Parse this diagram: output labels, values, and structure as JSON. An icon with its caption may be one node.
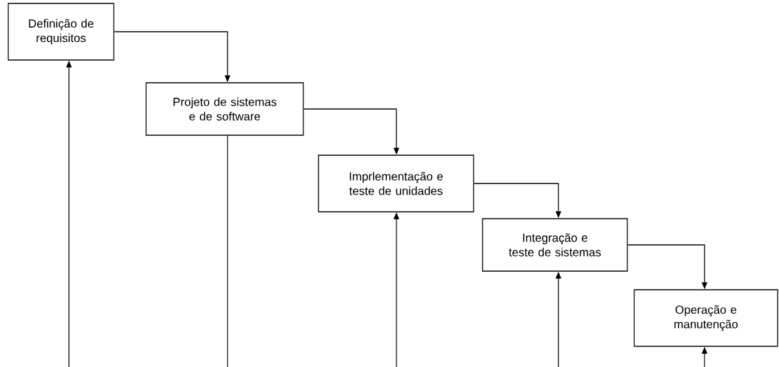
{
  "diagram": {
    "nodes": [
      {
        "text": [
          "Definição de requisitos"
        ]
      },
      {
        "text": [
          "Projeto de sistemas e de software"
        ]
      },
      {
        "text": [
          "Imprlementação e teste de unidades"
        ]
      },
      {
        "text": [
          "Integração e teste de sistemas"
        ]
      },
      {
        "text": [
          "Operação e manutenção"
        ]
      }
    ],
    "edges": [
      {
        "from": 0,
        "to": 1,
        "arrow": "to"
      },
      {
        "from": 1,
        "to": 2,
        "arrow": "to"
      },
      {
        "from": 2,
        "to": 3,
        "arrow": "to"
      },
      {
        "from": 3,
        "to": 4,
        "arrow": "to"
      },
      {
        "from": null,
        "to": 0,
        "arrow": "to"
      },
      {
        "from": 1,
        "to": null,
        "arrow": "none"
      },
      {
        "from": null,
        "to": 2,
        "arrow": "to"
      },
      {
        "from": null,
        "to": 3,
        "arrow": "to"
      },
      {
        "from": null,
        "to": 4,
        "arrow": "to"
      }
    ]
  }
}
